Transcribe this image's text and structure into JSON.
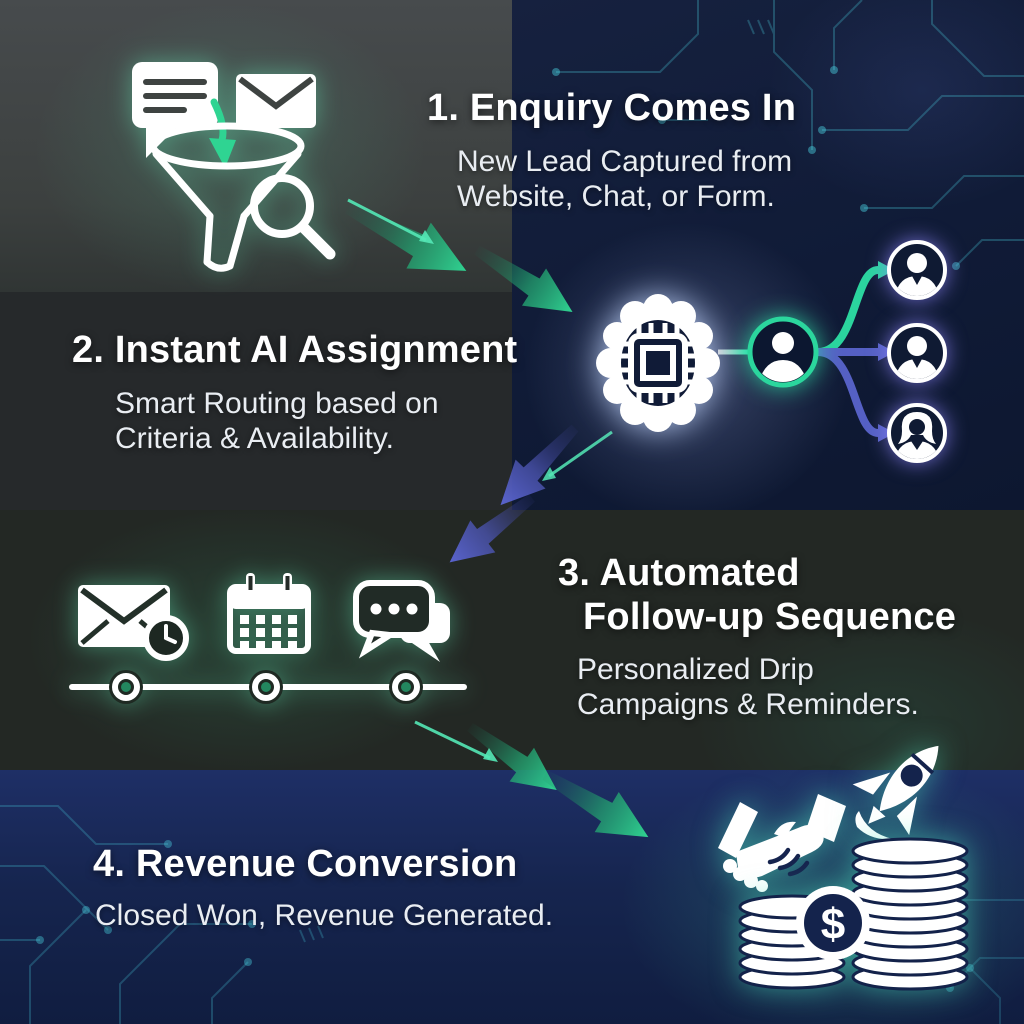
{
  "infographic": {
    "steps": [
      {
        "number": "1",
        "title_lines": [
          "1. Enquiry Comes In"
        ],
        "subtitle_lines": [
          "New Lead Captured from",
          "Website, Chat, or Form."
        ],
        "icons": [
          "chat-message",
          "envelope",
          "drop-arrow",
          "lead-funnel",
          "magnifier"
        ]
      },
      {
        "number": "2",
        "title_lines": [
          "2. Instant AI Assignment"
        ],
        "subtitle_lines": [
          "Smart Routing based on",
          "Criteria & Availability."
        ],
        "icons": [
          "ai-brain-chip",
          "lead-avatar",
          "agent-avatar-male-1",
          "agent-avatar-male-2",
          "agent-avatar-female"
        ]
      },
      {
        "number": "3",
        "title_lines": [
          "3. Automated",
          "Follow-up Sequence"
        ],
        "subtitle_lines": [
          "Personalized Drip",
          "Campaigns & Reminders."
        ],
        "icons": [
          "email-clock",
          "calendar",
          "chat-dots",
          "sequence-timeline"
        ]
      },
      {
        "number": "4",
        "title_lines": [
          "4. Revenue Conversion"
        ],
        "subtitle_lines": [
          "Closed Won, Revenue Generated."
        ],
        "icons": [
          "handshake",
          "rocket",
          "coins-dollar"
        ]
      }
    ],
    "currency_symbol": "$",
    "colors": {
      "accent_green": "#2fd492",
      "accent_teal_line": "#54e8b6",
      "accent_indigo": "#5a64cf",
      "panel_gray": "#3e4341",
      "panel_charcoal": "#26292b",
      "panel_navy": "#101b37",
      "panel_navy_bottom": "#16254f",
      "circuit_teal": "#4ad0e0",
      "text_primary": "#ffffff",
      "text_secondary": "#e9edf2"
    }
  }
}
